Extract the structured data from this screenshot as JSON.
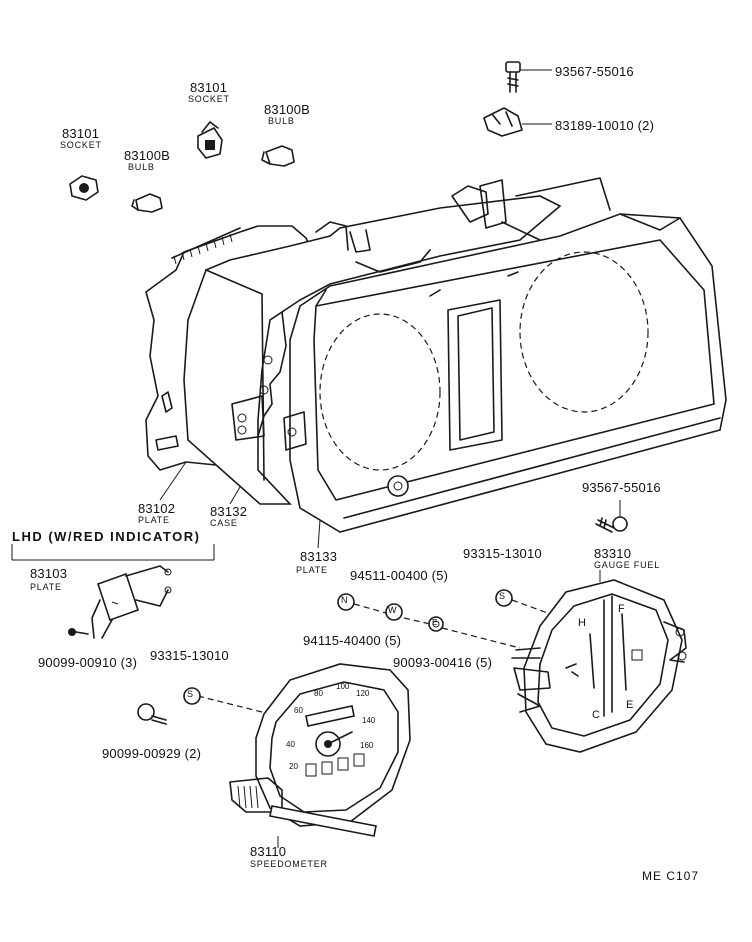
{
  "labels": {
    "socket_left_pn": "83101",
    "socket_left_name": "SOCKET",
    "socket_top_pn": "83101",
    "socket_top_name": "SOCKET",
    "bulb_left_pn": "83100B",
    "bulb_left_name": "BULB",
    "bulb_top_pn": "83100B",
    "bulb_top_name": "BULB",
    "screw_top_pn": "93567-55016",
    "clip_pn": "83189-10010 (2)",
    "plate_pn": "83102",
    "plate_name": "PLATE",
    "case_pn": "83132",
    "case_name": "CASE",
    "front_plate_pn": "83133",
    "front_plate_name": "PLATE",
    "screw_right_pn": "93567-55016",
    "lhd_header": "LHD (W/RED  INDICATOR)",
    "lhd_plate_pn": "83103",
    "lhd_plate_name": "PLATE",
    "lhd_screw_pn": "90099-00910 (3)",
    "washer_w_pn": "94511-00400 (5)",
    "nut_n_pn": "94115-40400 (5)",
    "washer_e_pn": "90093-00416 (5)",
    "spacer_right_pn": "93315-13010",
    "spacer_left_pn": "93315-13010",
    "gauge_pn": "83310",
    "gauge_name": "GAUGE FUEL",
    "screw_left_pn": "90099-00929 (2)",
    "speedo_pn": "83110",
    "speedo_name": "SPEEDOMETER",
    "diagram_ref": "ME  C107"
  },
  "symbols": {
    "n": "N",
    "w": "W",
    "e": "E",
    "s1": "S",
    "s2": "S"
  },
  "dial": {
    "speed_ticks": [
      "20",
      "40",
      "60",
      "80",
      "100",
      "120",
      "140",
      "160"
    ],
    "fuel_h": "H",
    "fuel_c": "C",
    "fuel_f": "F",
    "fuel_e": "E"
  }
}
